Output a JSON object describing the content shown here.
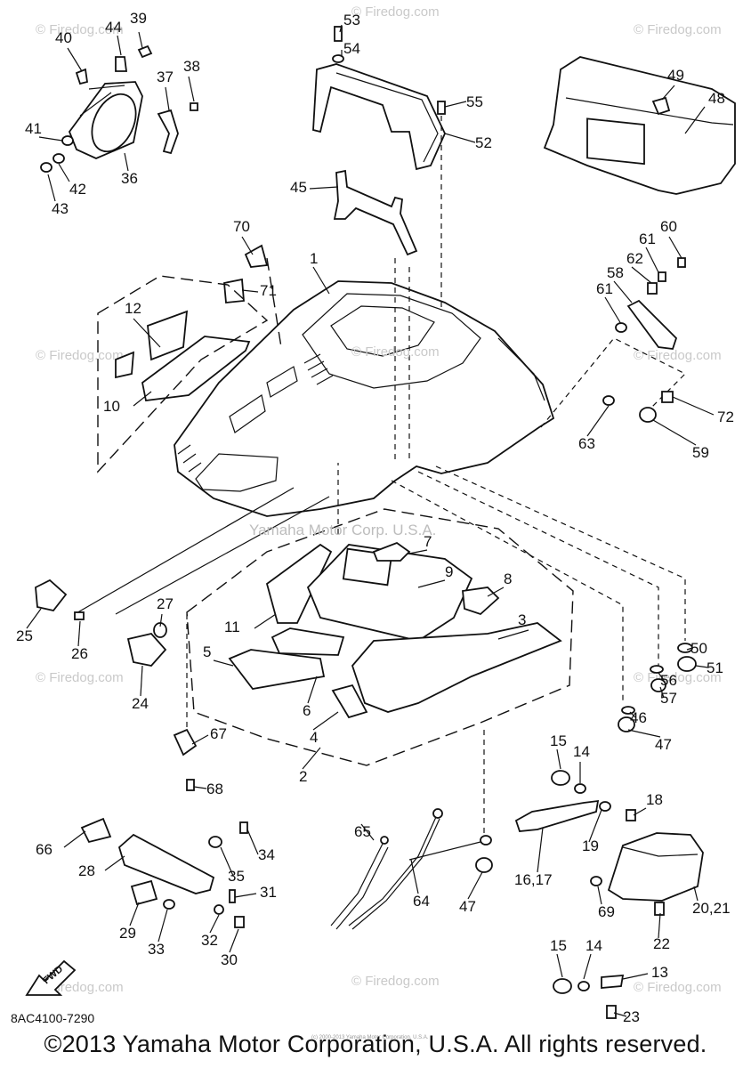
{
  "diagram": {
    "labels": [
      "1",
      "2",
      "3",
      "4",
      "5",
      "6",
      "7",
      "8",
      "9",
      "10",
      "11",
      "12",
      "13",
      "14",
      "14",
      "15",
      "15",
      "16,17",
      "18",
      "19",
      "20,21",
      "22",
      "23",
      "24",
      "25",
      "26",
      "27",
      "28",
      "29",
      "30",
      "31",
      "32",
      "33",
      "34",
      "35",
      "36",
      "37",
      "38",
      "39",
      "40",
      "41",
      "42",
      "43",
      "44",
      "45",
      "46",
      "47",
      "47",
      "48",
      "49",
      "50",
      "51",
      "52",
      "53",
      "54",
      "55",
      "56",
      "57",
      "58",
      "59",
      "60",
      "61",
      "61",
      "62",
      "63",
      "64",
      "65",
      "66",
      "67",
      "68",
      "69",
      "70",
      "71",
      "72"
    ],
    "watermark": "© Firedog.com",
    "watermark_center": "Yamaha Motor Corp. U.S.A.",
    "watermark_mid": "© Firedog.com",
    "fwd_label": "FWD",
    "small_copyright": "(c) 2000-2013 Yamaha Motor Corporation, U.S.A."
  },
  "part_code": "8AC4100-7290",
  "footer": "©2013 Yamaha Motor Corporation, U.S.A. All rights reserved."
}
